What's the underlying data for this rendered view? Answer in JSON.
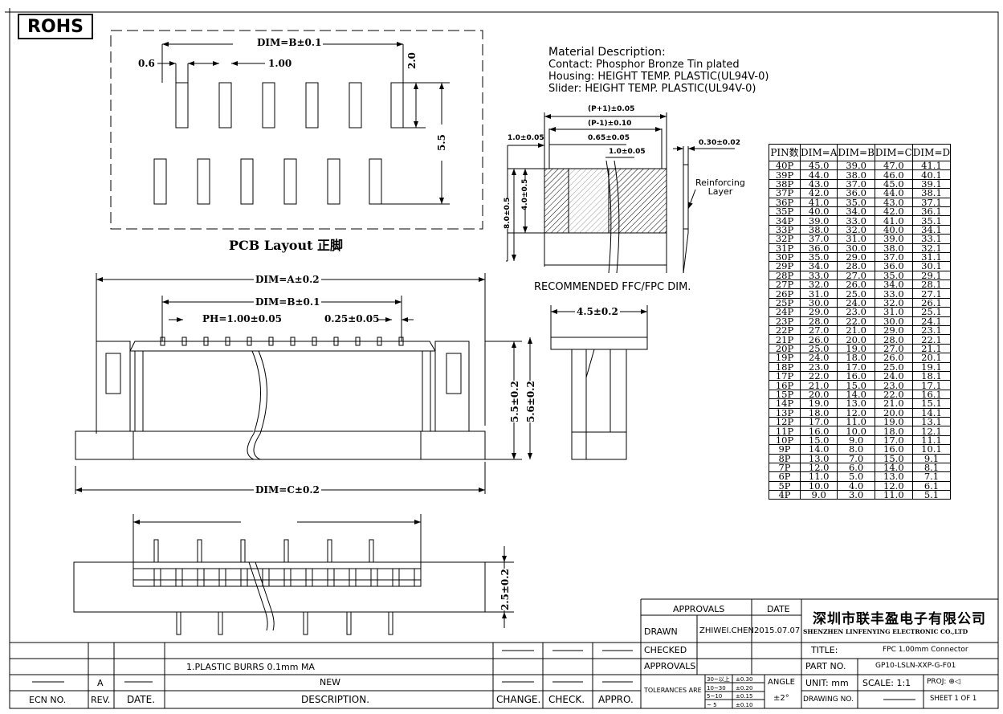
{
  "header": {
    "rohs": "ROHS"
  },
  "material": {
    "title": "Material Description:",
    "contact": "Contact: Phosphor Bronze Tin plated",
    "housing": "Housing: HEIGHT TEMP. PLASTIC(UL94V-0)",
    "slider": "Slider: HEIGHT TEMP. PLASTIC(UL94V-0)"
  },
  "pcb": {
    "title": "PCB Layout 正脚",
    "dim_b": "DIM=B±0.1",
    "d06": "0.6",
    "d100": "1.00",
    "d20": "2.0",
    "d55": "5.5"
  },
  "ffc": {
    "caption": "RECOMMENDED FFC/FPC DIM.",
    "p1": "(P+1)±0.05",
    "p2": "(P-1)±0.10",
    "p3": "0.65±0.05",
    "p4": "1.0±0.05",
    "p5": "1.0±0.05",
    "p6": "0.30±0.02",
    "v1": "4.0±0.5",
    "v2": "8.0±0.5",
    "reinforcing": "Reinforcing",
    "layer": "Layer"
  },
  "front": {
    "dim_a": "DIM=A±0.2",
    "dim_b": "DIM=B±0.1",
    "pitch": "PH=1.00±0.05",
    "pin_w": "0.25±0.05",
    "h1": "5.5±0.2",
    "h2": "5.6±0.2",
    "dim_c": "DIM=C±0.2"
  },
  "side": {
    "w": "4.5±0.2"
  },
  "bottom": {
    "h": "2.5±0.2"
  },
  "pin_table": {
    "headers": [
      "PIN数",
      "DIM=A",
      "DIM=B",
      "DIM=C",
      "DIM=D"
    ],
    "rows": [
      [
        "40P",
        "45.0",
        "39.0",
        "47.0",
        "41.1"
      ],
      [
        "39P",
        "44.0",
        "38.0",
        "46.0",
        "40.1"
      ],
      [
        "38P",
        "43.0",
        "37.0",
        "45.0",
        "39.1"
      ],
      [
        "37P",
        "42.0",
        "36.0",
        "44.0",
        "38.1"
      ],
      [
        "36P",
        "41.0",
        "35.0",
        "43.0",
        "37.1"
      ],
      [
        "35P",
        "40.0",
        "34.0",
        "42.0",
        "36.1"
      ],
      [
        "34P",
        "39.0",
        "33.0",
        "41.0",
        "35.1"
      ],
      [
        "33P",
        "38.0",
        "32.0",
        "40.0",
        "34.1"
      ],
      [
        "32P",
        "37.0",
        "31.0",
        "39.0",
        "33.1"
      ],
      [
        "31P",
        "36.0",
        "30.0",
        "38.0",
        "32.1"
      ],
      [
        "30P",
        "35.0",
        "29.0",
        "37.0",
        "31.1"
      ],
      [
        "29P",
        "34.0",
        "28.0",
        "36.0",
        "30.1"
      ],
      [
        "28P",
        "33.0",
        "27.0",
        "35.0",
        "29.1"
      ],
      [
        "27P",
        "32.0",
        "26.0",
        "34.0",
        "28.1"
      ],
      [
        "26P",
        "31.0",
        "25.0",
        "33.0",
        "27.1"
      ],
      [
        "25P",
        "30.0",
        "24.0",
        "32.0",
        "26.1"
      ],
      [
        "24P",
        "29.0",
        "23.0",
        "31.0",
        "25.1"
      ],
      [
        "23P",
        "28.0",
        "22.0",
        "30.0",
        "24.1"
      ],
      [
        "22P",
        "27.0",
        "21.0",
        "29.0",
        "23.1"
      ],
      [
        "21P",
        "26.0",
        "20.0",
        "28.0",
        "22.1"
      ],
      [
        "20P",
        "25.0",
        "19.0",
        "27.0",
        "21.1"
      ],
      [
        "19P",
        "24.0",
        "18.0",
        "26.0",
        "20.1"
      ],
      [
        "18P",
        "23.0",
        "17.0",
        "25.0",
        "19.1"
      ],
      [
        "17P",
        "22.0",
        "16.0",
        "24.0",
        "18.1"
      ],
      [
        "16P",
        "21.0",
        "15.0",
        "23.0",
        "17.1"
      ],
      [
        "15P",
        "20.0",
        "14.0",
        "22.0",
        "16.1"
      ],
      [
        "14P",
        "19.0",
        "13.0",
        "21.0",
        "15.1"
      ],
      [
        "13P",
        "18.0",
        "12.0",
        "20.0",
        "14.1"
      ],
      [
        "12P",
        "17.0",
        "11.0",
        "19.0",
        "13.1"
      ],
      [
        "11P",
        "16.0",
        "10.0",
        "18.0",
        "12.1"
      ],
      [
        "10P",
        "15.0",
        "9.0",
        "17.0",
        "11.1"
      ],
      [
        "9P",
        "14.0",
        "8.0",
        "16.0",
        "10.1"
      ],
      [
        "8P",
        "13.0",
        "7.0",
        "15.0",
        "9.1"
      ],
      [
        "7P",
        "12.0",
        "6.0",
        "14.0",
        "8.1"
      ],
      [
        "6P",
        "11.0",
        "5.0",
        "13.0",
        "7.1"
      ],
      [
        "5P",
        "10.0",
        "4.0",
        "12.0",
        "6.1"
      ],
      [
        "4P",
        "9.0",
        "3.0",
        "11.0",
        "5.1"
      ]
    ]
  },
  "title_block": {
    "approvals": "APPROVALS",
    "date": "DATE",
    "drawn": "DRAWN",
    "drawn_by": "ZHIWEI.CHEN",
    "drawn_date": "2015.07.07",
    "checked": "CHECKED",
    "approvals2": "APPROVALS",
    "tolerances": "TOLERANCES ARE",
    "tol1a": "30~以上",
    "tol1b": "±0.30",
    "tol2a": "10~30",
    "tol2b": "±0.20",
    "tol3a": "5~10",
    "tol3b": "±0.15",
    "tol4a": "~ 5",
    "tol4b": "±0.10",
    "angle": "ANGLE",
    "angle_v": "±2°",
    "company_cn": "深圳市联丰盈电子有限公司",
    "company_en": "SHENZHEN LINFENYING ELECTRONIC CO.,LTD",
    "title_lbl": "TITLE:",
    "title_v": "FPC 1.00mm  Connector",
    "part_lbl": "PART NO.",
    "part_v": "GP10-LSLN-XXP-G-F01",
    "unit": "UNIT: mm",
    "scale": "SCALE:  1:1",
    "proj": "PROJ:",
    "drawing_no": "DRAWING NO.",
    "sheet": "SHEET  1 OF 1"
  },
  "revision": {
    "note": "1.PLASTIC BURRS 0.1mm MA",
    "rev": "A",
    "desc": "NEW",
    "h_ecn": "ECN NO.",
    "h_rev": "REV.",
    "h_date": "DATE.",
    "h_desc": "DESCRIPTION.",
    "h_change": "CHANGE.",
    "h_check": "CHECK.",
    "h_appro": "APPRO."
  }
}
